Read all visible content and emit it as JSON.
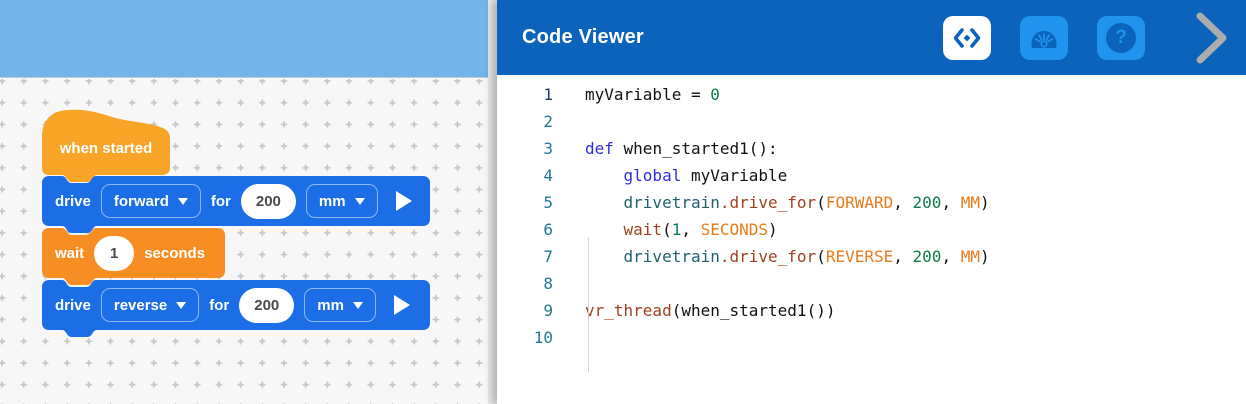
{
  "workspace": {
    "blocks": {
      "hat": {
        "label": "when started"
      },
      "drive_forward": {
        "verb": "drive",
        "direction": "forward",
        "preposition": "for",
        "distance": "200",
        "unit": "mm"
      },
      "wait": {
        "verb": "wait",
        "duration": "1",
        "unit": "seconds"
      },
      "drive_reverse": {
        "verb": "drive",
        "direction": "reverse",
        "preposition": "for",
        "distance": "200",
        "unit": "mm"
      }
    }
  },
  "code_viewer": {
    "title": "Code Viewer",
    "help_glyph": "?",
    "icons": {
      "code": "code-icon",
      "dashboard": "dashboard-gauge-icon",
      "help": "help-icon",
      "collapse": "collapse-panel-icon"
    },
    "code": {
      "lines": [
        {
          "number": "1",
          "active": true,
          "tokens": [
            {
              "t": "myVariable = ",
              "c": "pl"
            },
            {
              "t": "0",
              "c": "num"
            }
          ]
        },
        {
          "number": "2",
          "tokens": []
        },
        {
          "number": "3",
          "tokens": [
            {
              "t": "def",
              "c": "kw"
            },
            {
              "t": " when_started1():",
              "c": "pl"
            }
          ]
        },
        {
          "number": "4",
          "tokens": [
            {
              "t": "    ",
              "c": "pl"
            },
            {
              "t": "global",
              "c": "kw"
            },
            {
              "t": " myVariable",
              "c": "pl"
            }
          ]
        },
        {
          "number": "5",
          "tokens": [
            {
              "t": "    ",
              "c": "pl"
            },
            {
              "t": "drivetrain",
              "c": "cls"
            },
            {
              "t": ".drive_for",
              "c": "fn"
            },
            {
              "t": "(",
              "c": "pl"
            },
            {
              "t": "FORWARD",
              "c": "const"
            },
            {
              "t": ", ",
              "c": "pl"
            },
            {
              "t": "200",
              "c": "num"
            },
            {
              "t": ", ",
              "c": "pl"
            },
            {
              "t": "MM",
              "c": "const"
            },
            {
              "t": ")",
              "c": "pl"
            }
          ]
        },
        {
          "number": "6",
          "tokens": [
            {
              "t": "    ",
              "c": "pl"
            },
            {
              "t": "wait",
              "c": "fn"
            },
            {
              "t": "(",
              "c": "pl"
            },
            {
              "t": "1",
              "c": "num"
            },
            {
              "t": ", ",
              "c": "pl"
            },
            {
              "t": "SECONDS",
              "c": "const"
            },
            {
              "t": ")",
              "c": "pl"
            }
          ]
        },
        {
          "number": "7",
          "tokens": [
            {
              "t": "    ",
              "c": "pl"
            },
            {
              "t": "drivetrain",
              "c": "cls"
            },
            {
              "t": ".drive_for",
              "c": "fn"
            },
            {
              "t": "(",
              "c": "pl"
            },
            {
              "t": "REVERSE",
              "c": "const"
            },
            {
              "t": ", ",
              "c": "pl"
            },
            {
              "t": "200",
              "c": "num"
            },
            {
              "t": ", ",
              "c": "pl"
            },
            {
              "t": "MM",
              "c": "const"
            },
            {
              "t": ")",
              "c": "pl"
            }
          ]
        },
        {
          "number": "8",
          "tokens": []
        },
        {
          "number": "9",
          "tokens": [
            {
              "t": "vr_thread",
              "c": "fn"
            },
            {
              "t": "(when_started1())",
              "c": "pl"
            }
          ]
        },
        {
          "number": "10",
          "tokens": []
        }
      ]
    }
  },
  "colors": {
    "panel_header_blue": "#0B63BC",
    "icon_button_blue": "#1F93EE",
    "workspace_header_blue": "#71B5E9",
    "block_blue": "#1B6EE5",
    "block_orange_hat": "#F7A427",
    "block_orange_wait": "#F78E24",
    "line_number_teal": "#237893",
    "keyword_blue": "#2A2EDA",
    "function_rust": "#A04020",
    "object_teal": "#1F5F70",
    "number_green": "#0E7A4B",
    "constant_orange": "#E87A1A",
    "chevron_gray": "#ACACAC"
  }
}
